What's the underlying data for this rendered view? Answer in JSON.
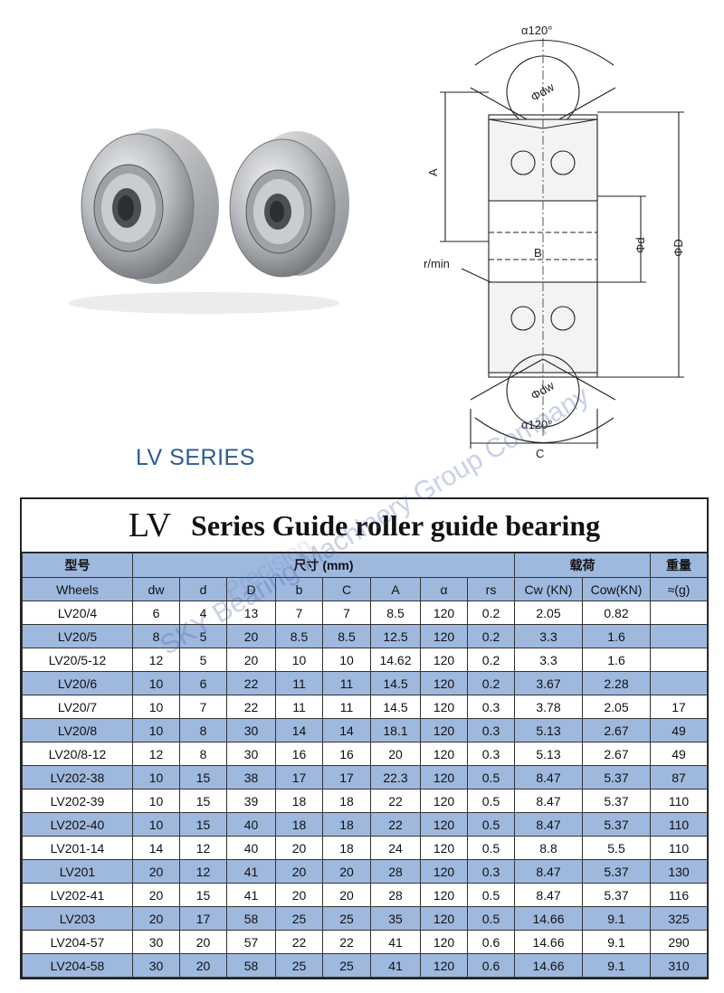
{
  "series_label": "LV SERIES",
  "drawing_labels": {
    "angle_top": "α120°",
    "phi_dw_top": "Φdw",
    "A": "A",
    "B": "B",
    "phi_d": "Φd",
    "phi_D": "ΦD",
    "r_min": "r/min",
    "phi_dw_bottom": "Φdw",
    "angle_bottom": "α120°",
    "C": "C"
  },
  "watermark": "SKY Bearing Machinery Group Company",
  "watermark_faint": "Precision",
  "table": {
    "title_lv": "LV",
    "title_rest": "Series Guide roller guide bearing",
    "group_headers": {
      "model": "型号",
      "dimensions": "尺寸 (mm)",
      "load": "载荷",
      "weight": "重量"
    },
    "columns": [
      "Wheels",
      "dw",
      "d",
      "D",
      "b",
      "C",
      "A",
      "α",
      "rs",
      "Cw (KN)",
      "Cow(KN)",
      "≈(g)"
    ],
    "rows": [
      [
        "LV20/4",
        "6",
        "4",
        "13",
        "7",
        "7",
        "8.5",
        "120",
        "0.2",
        "2.05",
        "0.82",
        ""
      ],
      [
        "LV20/5",
        "8",
        "5",
        "20",
        "8.5",
        "8.5",
        "12.5",
        "120",
        "0.2",
        "3.3",
        "1.6",
        ""
      ],
      [
        "LV20/5-12",
        "12",
        "5",
        "20",
        "10",
        "10",
        "14.62",
        "120",
        "0.2",
        "3.3",
        "1.6",
        ""
      ],
      [
        "LV20/6",
        "10",
        "6",
        "22",
        "11",
        "11",
        "14.5",
        "120",
        "0.2",
        "3.67",
        "2.28",
        ""
      ],
      [
        "LV20/7",
        "10",
        "7",
        "22",
        "11",
        "11",
        "14.5",
        "120",
        "0.3",
        "3.78",
        "2.05",
        "17"
      ],
      [
        "LV20/8",
        "10",
        "8",
        "30",
        "14",
        "14",
        "18.1",
        "120",
        "0.3",
        "5.13",
        "2.67",
        "49"
      ],
      [
        "LV20/8-12",
        "12",
        "8",
        "30",
        "16",
        "16",
        "20",
        "120",
        "0.3",
        "5.13",
        "2.67",
        "49"
      ],
      [
        "LV202-38",
        "10",
        "15",
        "38",
        "17",
        "17",
        "22.3",
        "120",
        "0.5",
        "8.47",
        "5.37",
        "87"
      ],
      [
        "LV202-39",
        "10",
        "15",
        "39",
        "18",
        "18",
        "22",
        "120",
        "0.5",
        "8.47",
        "5.37",
        "110"
      ],
      [
        "LV202-40",
        "10",
        "15",
        "40",
        "18",
        "18",
        "22",
        "120",
        "0.5",
        "8.47",
        "5.37",
        "110"
      ],
      [
        "LV201-14",
        "14",
        "12",
        "40",
        "20",
        "18",
        "24",
        "120",
        "0.5",
        "8.8",
        "5.5",
        "110"
      ],
      [
        "LV201",
        "20",
        "12",
        "41",
        "20",
        "20",
        "28",
        "120",
        "0.3",
        "8.47",
        "5.37",
        "130"
      ],
      [
        "LV202-41",
        "20",
        "15",
        "41",
        "20",
        "20",
        "28",
        "120",
        "0.5",
        "8.47",
        "5.37",
        "116"
      ],
      [
        "LV203",
        "20",
        "17",
        "58",
        "25",
        "25",
        "35",
        "120",
        "0.5",
        "14.66",
        "9.1",
        "325"
      ],
      [
        "LV204-57",
        "30",
        "20",
        "57",
        "22",
        "22",
        "41",
        "120",
        "0.6",
        "14.66",
        "9.1",
        "290"
      ],
      [
        "LV204-58",
        "30",
        "20",
        "58",
        "25",
        "25",
        "41",
        "120",
        "0.6",
        "14.66",
        "9.1",
        "310"
      ]
    ],
    "blue_rows": [
      1,
      3,
      5,
      7,
      9,
      11,
      13,
      15
    ]
  }
}
